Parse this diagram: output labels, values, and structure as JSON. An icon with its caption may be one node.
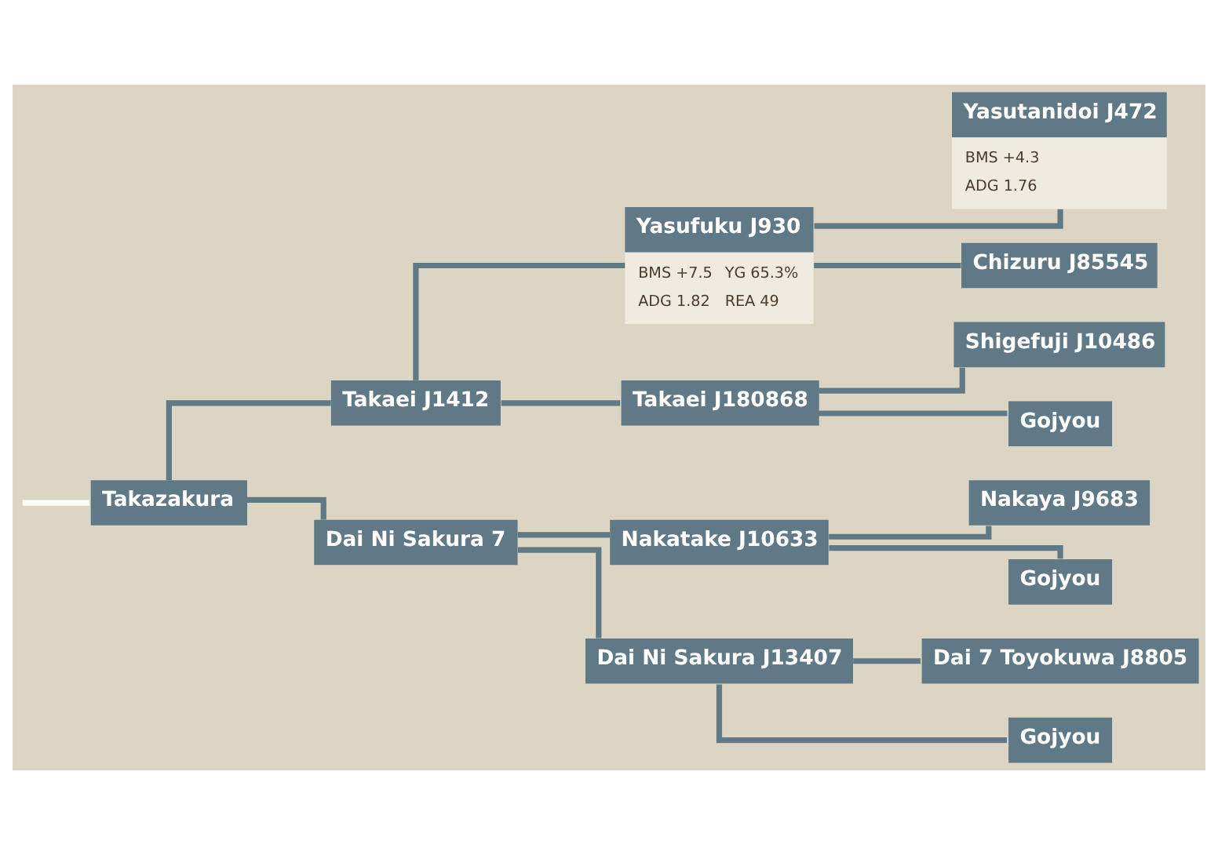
{
  "diagram": {
    "nodes": [
      {
        "text": [
          "Takazakura"
        ]
      },
      {
        "text": [
          "Takaei J1412"
        ]
      },
      {
        "text": [
          "Yasufuku J930",
          "BMS +7.5",
          "YG 65.3%",
          "ADG 1.82",
          "REA 49"
        ]
      },
      {
        "text": [
          "Yasutanidoi J472",
          "BMS +4.3",
          "ADG 1.76"
        ]
      },
      {
        "text": [
          "Chizuru J85545"
        ]
      },
      {
        "text": [
          "Takaei J180868"
        ]
      },
      {
        "text": [
          "Shigefuji J10486"
        ]
      },
      {
        "text": [
          "Gojyou"
        ]
      },
      {
        "text": [
          "Dai Ni Sakura 7"
        ]
      },
      {
        "text": [
          "Nakatake J10633"
        ]
      },
      {
        "text": [
          "Nakaya J9683"
        ]
      },
      {
        "text": [
          "Gojyou"
        ]
      },
      {
        "text": [
          "Dai Ni Sakura J13407"
        ]
      },
      {
        "text": [
          "Dai 7 Toyokuwa J8805"
        ]
      },
      {
        "text": [
          "Gojyou"
        ]
      }
    ],
    "edges": [
      {
        "from": null,
        "to": 0,
        "arrow": "none",
        "color": "#ffffff"
      },
      {
        "from": 0,
        "to": 1,
        "arrow": "none"
      },
      {
        "from": 0,
        "to": 8,
        "arrow": "none"
      },
      {
        "from": 1,
        "to": 2,
        "arrow": "none"
      },
      {
        "from": 1,
        "to": 5,
        "arrow": "none"
      },
      {
        "from": 2,
        "to": 3,
        "arrow": "none"
      },
      {
        "from": 2,
        "to": 4,
        "arrow": "none"
      },
      {
        "from": 5,
        "to": 6,
        "arrow": "none"
      },
      {
        "from": 5,
        "to": 7,
        "arrow": "none"
      },
      {
        "from": 8,
        "to": 9,
        "arrow": "none"
      },
      {
        "from": 8,
        "to": 12,
        "arrow": "none"
      },
      {
        "from": 9,
        "to": 10,
        "arrow": "none"
      },
      {
        "from": 9,
        "to": 11,
        "arrow": "none"
      },
      {
        "from": 12,
        "to": 13,
        "arrow": "none"
      },
      {
        "from": 12,
        "to": 14,
        "arrow": "none"
      }
    ]
  }
}
